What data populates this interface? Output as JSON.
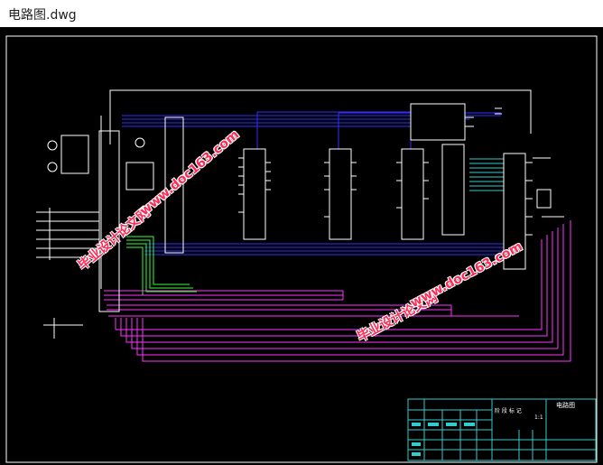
{
  "window": {
    "title": "电路图.dwg"
  },
  "watermarks": [
    {
      "cn": "毕业设计论文网",
      "url": "www.doc163.com"
    },
    {
      "cn": "毕业设计论文网",
      "url": "www.doc163.com"
    }
  ],
  "title_block": {
    "drawing_name": "电路图",
    "stage_label": "阶 段 标 记",
    "scale": "1:1"
  },
  "colors": {
    "background": "#000000",
    "frame": "#ffffff",
    "bus_blue": "#2d2dff",
    "bus_magenta": "#ff33ff",
    "bus_cyan": "#33cccc",
    "bus_green": "#33ff33",
    "title_block": "#33cccc",
    "watermark": "#ff2a55"
  }
}
